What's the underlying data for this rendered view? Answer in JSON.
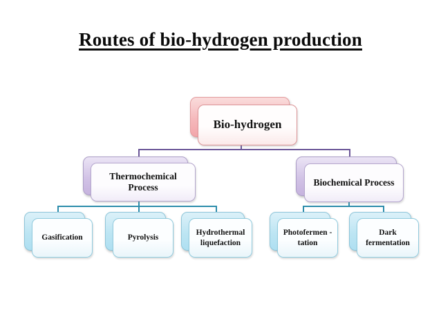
{
  "slide": {
    "title": "Routes of bio-hydrogen production",
    "background_color": "#ffffff"
  },
  "diagram": {
    "type": "org-chart-hierarchy",
    "hierarchy": {
      "root": "Bio-hydrogen",
      "children": [
        {
          "label": "Thermochemical Process",
          "children": [
            "Gasification",
            "Pyrolysis",
            "Hydrothermal liquefaction"
          ]
        },
        {
          "label": "Biochemical Process",
          "children": [
            "Photofermen -tation",
            "Dark fermentation"
          ]
        }
      ]
    },
    "nodes": {
      "root": {
        "label": "Bio-hydrogen"
      },
      "thermochemical": {
        "label": "Thermochemical Process"
      },
      "biochemical": {
        "label": "Biochemical Process"
      },
      "gasification": {
        "label": "Gasification"
      },
      "pyrolysis": {
        "label": "Pyrolysis"
      },
      "hydrothermal": {
        "label": "Hydrothermal liquefaction"
      },
      "photofermentation": {
        "label": "Photofermen -tation"
      },
      "dark_fermentation": {
        "label": "Dark fermentation"
      }
    },
    "colors": {
      "level1_fill": "#f2a6aa",
      "level1_border": "#db9396",
      "level2_fill": "#c6b3de",
      "level2_border": "#b4a6cd",
      "level3_fill": "#aedff1",
      "level3_border": "#90cbde",
      "connector_level1": "#6a5597",
      "connector_level2": "#2b8cab",
      "text": "#111111"
    }
  }
}
